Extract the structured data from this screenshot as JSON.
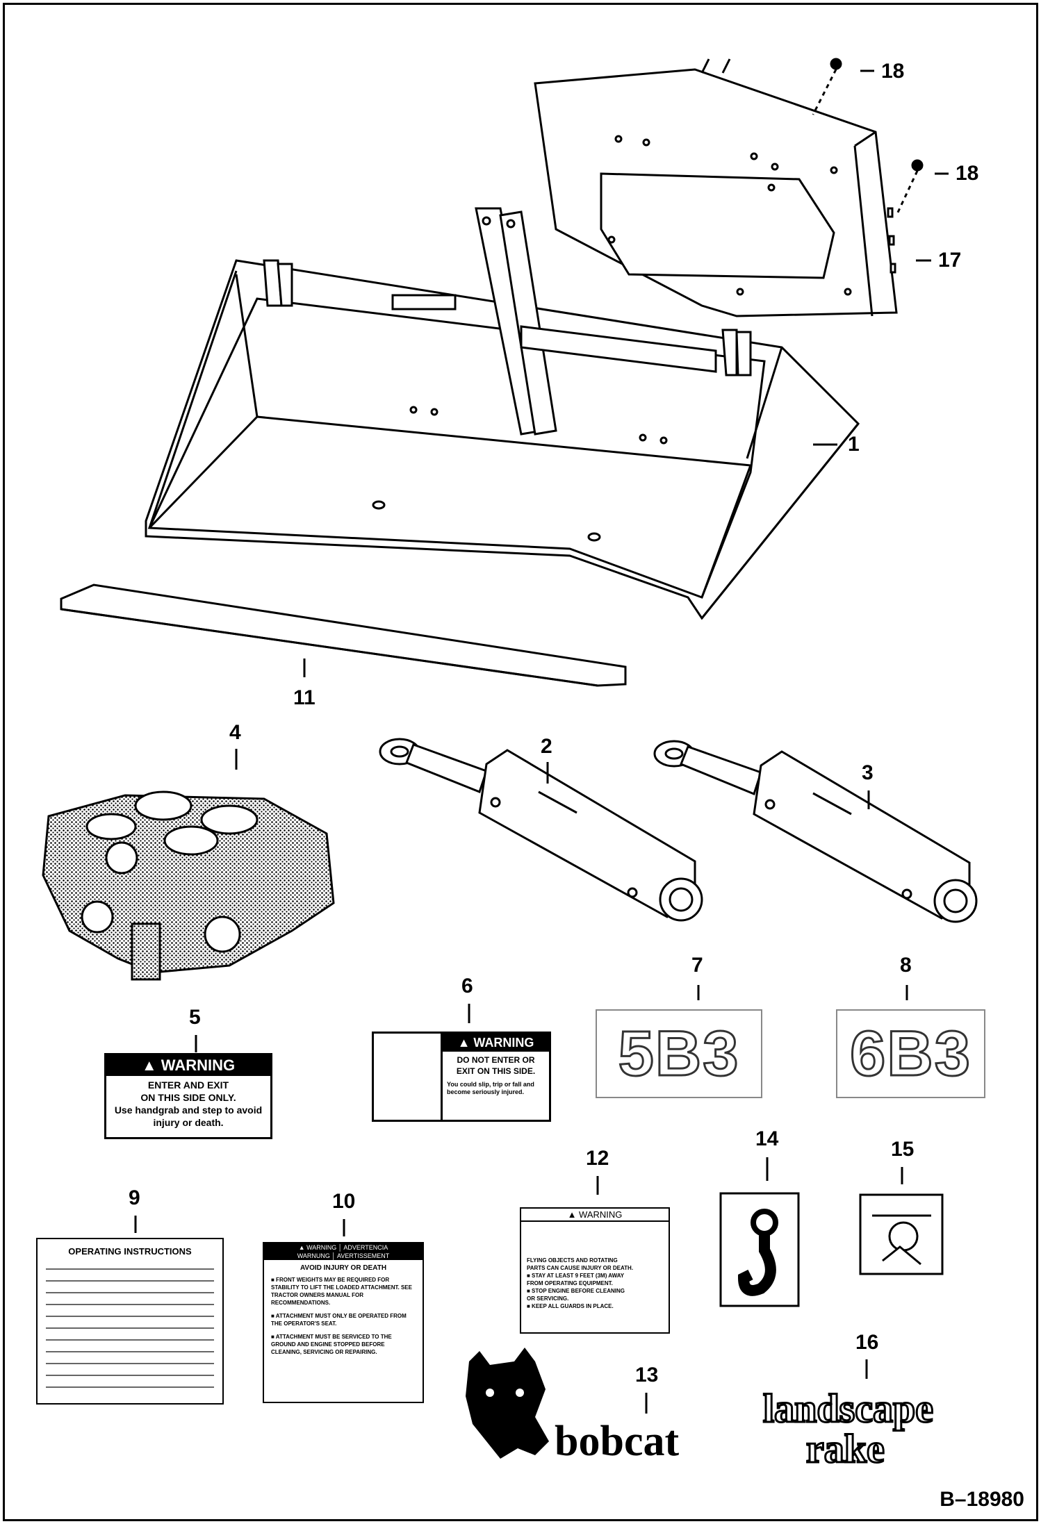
{
  "figure_id": "B–18980",
  "callouts": {
    "c1": "1",
    "c2": "2",
    "c3": "3",
    "c4": "4",
    "c5": "5",
    "c6": "6",
    "c7": "7",
    "c8": "8",
    "c9": "9",
    "c10": "10",
    "c11": "11",
    "c12": "12",
    "c13": "13",
    "c14": "14",
    "c15": "15",
    "c16": "16",
    "c17": "17",
    "c18a": "18",
    "c18b": "18"
  },
  "decal5": {
    "header": "▲ WARNING",
    "lines": [
      "ENTER AND EXIT",
      "ON THIS SIDE ONLY.",
      "Use handgrab and step to avoid",
      "injury or death."
    ]
  },
  "decal6": {
    "header": "▲ WARNING",
    "lines": [
      "DO NOT ENTER OR",
      "EXIT ON THIS SIDE."
    ],
    "small": "You could slip, trip or fall and become seriously injured."
  },
  "decal7": {
    "text": "5B3"
  },
  "decal8": {
    "text": "6B3"
  },
  "decal9": {
    "title": "OPERATING INSTRUCTIONS"
  },
  "decal10": {
    "header": "▲ WARNING │ ADVERTENCIA",
    "subheader": "WARNUNG │ AVERTISSEMENT",
    "title": "AVOID INJURY OR DEATH",
    "items": [
      "■ FRONT WEIGHTS MAY BE REQUIRED FOR STABILITY TO LIFT THE LOADED ATTACHMENT. SEE TRACTOR OWNERS MANUAL FOR RECOMMENDATIONS.",
      "■ ATTACHMENT MUST ONLY BE OPERATED FROM THE OPERATOR'S SEAT.",
      "■ ATTACHMENT MUST BE SERVICED TO THE GROUND AND ENGINE STOPPED BEFORE CLEANING, SERVICING OR REPAIRING."
    ]
  },
  "decal12": {
    "header": "▲ WARNING",
    "lines": [
      "FLYING OBJECTS AND ROTATING",
      "PARTS CAN CAUSE INJURY OR DEATH.",
      "■ STAY AT LEAST 9 FEET (3M) AWAY",
      "FROM OPERATING EQUIPMENT.",
      "■ STOP ENGINE BEFORE CLEANING",
      "OR SERVICING.",
      "■ KEEP ALL GUARDS IN PLACE."
    ]
  },
  "decal13": {
    "text": "bobcat"
  },
  "decal16": {
    "line1": "landscape",
    "line2": "rake"
  }
}
